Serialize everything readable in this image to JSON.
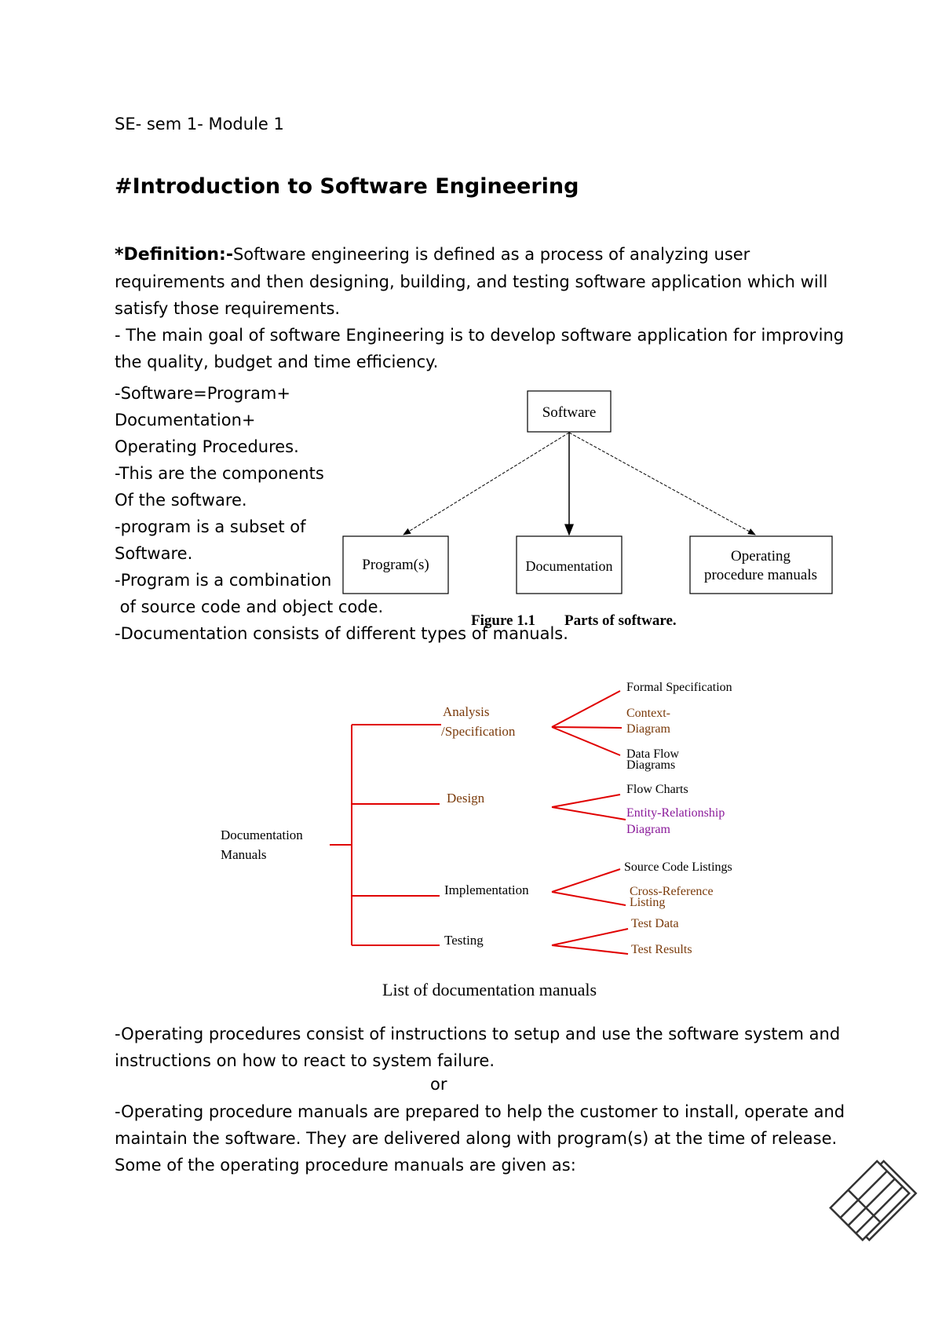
{
  "header": "SE- sem 1- Module 1",
  "title": "#Introduction to Software Engineering",
  "definition": {
    "label": "*Definition:-",
    "text": "Software engineering is defined as a process of analyzing user requirements and then designing, building, and testing software application which will satisfy those requirements."
  },
  "goal": "- The main goal of software Engineering is to develop software application for improving the quality,  budget and time efficiency.",
  "side_lines": [
    "-Software=Program+",
    "Documentation+",
    "Operating Procedures.",
    "-This are the components",
    "Of the software.",
    "-program is a subset of",
    "Software.",
    "-Program is a combination",
    " of source code and object code."
  ],
  "figure1": {
    "root": "Software",
    "children": [
      "Program(s)",
      "Documentation",
      "Operating procedure manuals"
    ],
    "child_lines": [
      [
        "Program(s)"
      ],
      [
        "Documentation"
      ],
      [
        "Operating",
        "procedure manuals"
      ]
    ],
    "caption_num": "Figure 1.1",
    "caption_text": "Parts of software."
  },
  "doc_types_line": "-Documentation consists of different types of manuals.",
  "doc_tree": {
    "root_lines": [
      "Documentation",
      "Manuals"
    ],
    "branches": [
      {
        "label_lines": [
          "Analysis",
          "/Specification"
        ],
        "items": [
          [
            "Formal Specification"
          ],
          [
            "Context-",
            "Diagram"
          ],
          [
            "Data Flow",
            "Diagrams"
          ]
        ]
      },
      {
        "label_lines": [
          "Design"
        ],
        "items": [
          [
            "Flow Charts"
          ],
          [
            "Entity-Relationship",
            "Diagram"
          ]
        ]
      },
      {
        "label_lines": [
          "Implementation"
        ],
        "items": [
          [
            "Source Code Listings"
          ],
          [
            "Cross-Reference",
            "Listing"
          ]
        ]
      },
      {
        "label_lines": [
          "Testing"
        ],
        "items": [
          [
            "Test Data"
          ],
          [
            "Test Results"
          ]
        ]
      }
    ],
    "caption": "List of documentation manuals",
    "colors": {
      "lines": "#e00000",
      "brown": "#7a3a0a",
      "purple": "#8a1a9a"
    }
  },
  "operating_procedures": "-Operating procedures consist of instructions to setup and use the software system and instructions on how to react to system failure.",
  "or": "or",
  "operating_manuals": "-Operating procedure manuals are prepared to help the customer to install, operate and maintain the software. They are delivered along with program(s) at the time of release. Some of the operating procedure manuals are given as:",
  "watermark_icon": "document-stack-icon"
}
